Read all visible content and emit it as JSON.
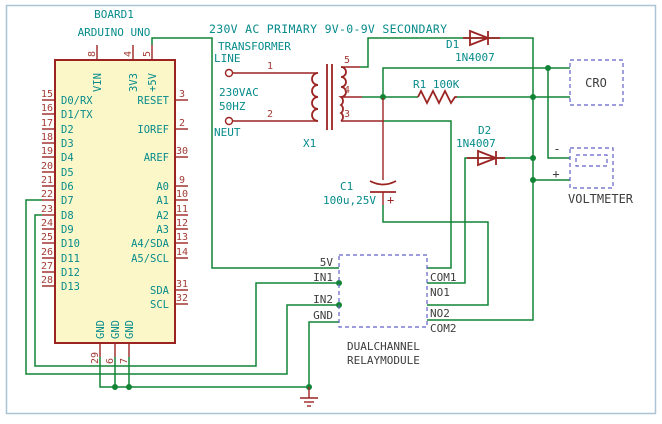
{
  "title": "230V AC PRIMARY 9V-0-9V SECONDARY",
  "arduino": {
    "ref": "BOARD1",
    "value": "ARDUINO UNO",
    "top_pins": [
      {
        "num": "8",
        "name": "VIN"
      },
      {
        "num": "4",
        "name": "3V3"
      },
      {
        "num": "5",
        "name": "+5V"
      }
    ],
    "left_pins": [
      {
        "num": "15",
        "name": "D0/RX"
      },
      {
        "num": "16",
        "name": "D1/TX"
      },
      {
        "num": "17",
        "name": "D2"
      },
      {
        "num": "18",
        "name": "D3"
      },
      {
        "num": "19",
        "name": "D4"
      },
      {
        "num": "20",
        "name": "D5"
      },
      {
        "num": "21",
        "name": "D6"
      },
      {
        "num": "22",
        "name": "D7"
      },
      {
        "num": "23",
        "name": "D8"
      },
      {
        "num": "24",
        "name": "D9"
      },
      {
        "num": "25",
        "name": "D10"
      },
      {
        "num": "26",
        "name": "D11"
      },
      {
        "num": "27",
        "name": "D12"
      },
      {
        "num": "28",
        "name": "D13"
      }
    ],
    "right_pins": [
      {
        "num": "3",
        "name": "RESET"
      },
      {
        "num": "2",
        "name": "IOREF"
      },
      {
        "num": "30",
        "name": "AREF"
      },
      {
        "num": "9",
        "name": "A0"
      },
      {
        "num": "10",
        "name": "A1"
      },
      {
        "num": "11",
        "name": "A2"
      },
      {
        "num": "12",
        "name": "A3"
      },
      {
        "num": "13",
        "name": "A4/SDA"
      },
      {
        "num": "14",
        "name": "A5/SCL"
      },
      {
        "num": "31",
        "name": "SDA"
      },
      {
        "num": "32",
        "name": "SCL"
      }
    ],
    "bottom_pins": [
      {
        "num": "29",
        "name": "GND"
      },
      {
        "num": "6",
        "name": "GND"
      },
      {
        "num": "7",
        "name": "GND"
      }
    ]
  },
  "transformer": {
    "label": "TRANSFORMER",
    "ref": "X1",
    "line_terminal": "LINE",
    "neut_terminal": "NEUT",
    "spec_voltage": "230VAC",
    "spec_freq": "50HZ",
    "pin1": "1",
    "pin2": "2",
    "pin3": "3",
    "pin4": "4",
    "pin5": "5"
  },
  "diode1": {
    "ref": "D1",
    "value": "1N4007"
  },
  "diode2": {
    "ref": "D2",
    "value": "1N4007"
  },
  "resistor": {
    "ref_value": "R1 100K"
  },
  "capacitor": {
    "ref": "C1",
    "value": "100u,25V",
    "plus": "+"
  },
  "cro": {
    "label": "CRO"
  },
  "voltmeter": {
    "label": "VOLTMETER",
    "minus": "-",
    "plus": "+"
  },
  "relay": {
    "left_pins": [
      "5V",
      "IN1",
      "IN2",
      "GND"
    ],
    "right_pins": [
      "COM1",
      "NO1",
      "NO2",
      "COM2"
    ],
    "name_line1": "DUALCHANNEL",
    "name_line2": "RELAYMODULE"
  },
  "colors": {
    "wire_green": "#128436",
    "symbol_red": "#9b2423",
    "text_teal": "#078b8b",
    "pin_number_red": "#a33c35",
    "body_fill_yellow": "#fcf7c9",
    "dashed_blue": "#6161c8",
    "text_black": "#3d3d3d",
    "frame_gray": "#a9c4d4"
  }
}
